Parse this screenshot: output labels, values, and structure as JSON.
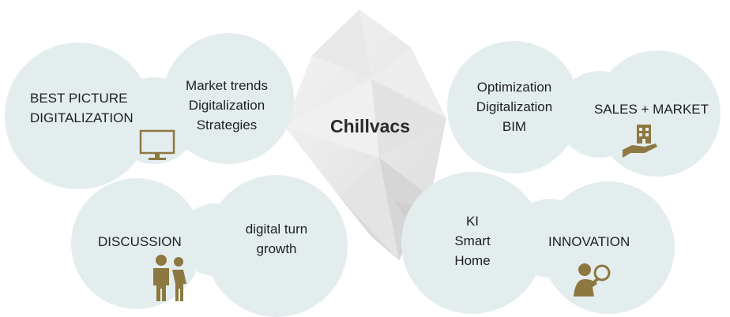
{
  "center": {
    "title": "Chillvacs"
  },
  "clusters": {
    "top_left": {
      "topic": [
        "BEST PICTURE",
        "DIGITALIZATION"
      ],
      "items": [
        "Market trends",
        "Digitalization",
        "Strategies"
      ],
      "icon": "monitor-icon"
    },
    "top_right": {
      "items": [
        "Optimization",
        "Digitalization",
        "BIM"
      ],
      "topic": [
        "SALES + MARKET"
      ],
      "icon": "building-hand-icon"
    },
    "bottom_left": {
      "topic": [
        "DISCUSSION"
      ],
      "items": [
        "digital turn",
        "growth"
      ],
      "icon": "people-discussion-icon"
    },
    "bottom_right": {
      "items": [
        "KI",
        "Smart",
        "Home"
      ],
      "topic": [
        "INNOVATION"
      ],
      "icon": "person-magnifier-icon"
    }
  },
  "colors": {
    "bubble": "#e4edee",
    "icon_gold": "#8c7840",
    "text": "#1f1f1f"
  }
}
